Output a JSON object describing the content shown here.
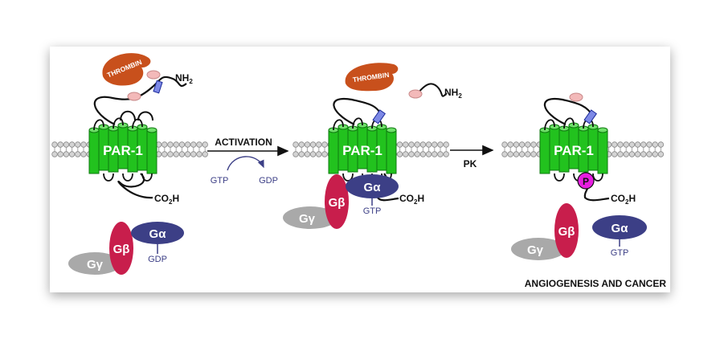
{
  "colors": {
    "receptor": "#22c21e",
    "receptor_dark": "#0f7a10",
    "thrombin": "#c8501c",
    "g_alpha": "#3c3f86",
    "g_beta": "#c81e4c",
    "g_gamma": "#a9a9a9",
    "phosphate": "#e61ee0",
    "cleavage_site": "#7d89e6",
    "bead": "#f3b9b9",
    "membrane": "#a8a8a8",
    "label_blue": "#3c3f86"
  },
  "labels": {
    "receptor": "PAR-1",
    "thrombin": "THROMBIN",
    "nh2_main": "NH",
    "nh2_sub": "2",
    "co2h_main": "CO",
    "co2h_sub": "2",
    "co2h_end": "H",
    "g_alpha": "Gα",
    "g_beta": "Gβ",
    "g_gamma": "Gγ",
    "gdp": "GDP",
    "gtp": "GTP",
    "phosphate": "P"
  },
  "steps": {
    "activation": "ACTIVATION",
    "gtp_in": "GTP",
    "gdp_out": "GDP",
    "pk": "PK"
  },
  "outcome": "ANGIOGENESIS AND CANCER"
}
